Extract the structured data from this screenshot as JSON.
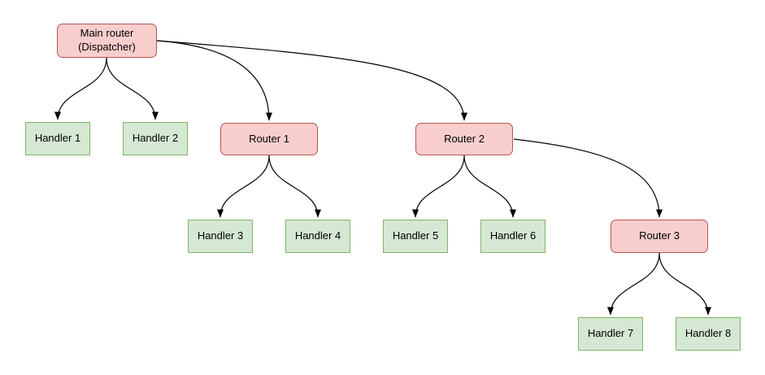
{
  "diagram": {
    "type": "tree-flowchart",
    "background": "#ffffff",
    "colors": {
      "router_fill": "#f8cecc",
      "router_border": "#b85450",
      "handler_fill": "#d5e8d4",
      "handler_border": "#82b366",
      "edge": "#000000",
      "text": "#000000"
    },
    "nodes": [
      {
        "id": "main-router",
        "label": "Main router\n(Dispatcher)",
        "type": "router"
      },
      {
        "id": "handler-1",
        "label": "Handler 1",
        "type": "handler"
      },
      {
        "id": "handler-2",
        "label": "Handler 2",
        "type": "handler"
      },
      {
        "id": "router-1",
        "label": "Router 1",
        "type": "router"
      },
      {
        "id": "router-2",
        "label": "Router 2",
        "type": "router"
      },
      {
        "id": "handler-3",
        "label": "Handler 3",
        "type": "handler"
      },
      {
        "id": "handler-4",
        "label": "Handler 4",
        "type": "handler"
      },
      {
        "id": "handler-5",
        "label": "Handler 5",
        "type": "handler"
      },
      {
        "id": "handler-6",
        "label": "Handler 6",
        "type": "handler"
      },
      {
        "id": "router-3",
        "label": "Router 3",
        "type": "router"
      },
      {
        "id": "handler-7",
        "label": "Handler 7",
        "type": "handler"
      },
      {
        "id": "handler-8",
        "label": "Handler 8",
        "type": "handler"
      }
    ],
    "edges": [
      {
        "from": "main-router",
        "to": "handler-1"
      },
      {
        "from": "main-router",
        "to": "handler-2"
      },
      {
        "from": "main-router",
        "to": "router-1"
      },
      {
        "from": "main-router",
        "to": "router-2"
      },
      {
        "from": "router-1",
        "to": "handler-3"
      },
      {
        "from": "router-1",
        "to": "handler-4"
      },
      {
        "from": "router-2",
        "to": "handler-5"
      },
      {
        "from": "router-2",
        "to": "handler-6"
      },
      {
        "from": "router-2",
        "to": "router-3"
      },
      {
        "from": "router-3",
        "to": "handler-7"
      },
      {
        "from": "router-3",
        "to": "handler-8"
      }
    ]
  }
}
